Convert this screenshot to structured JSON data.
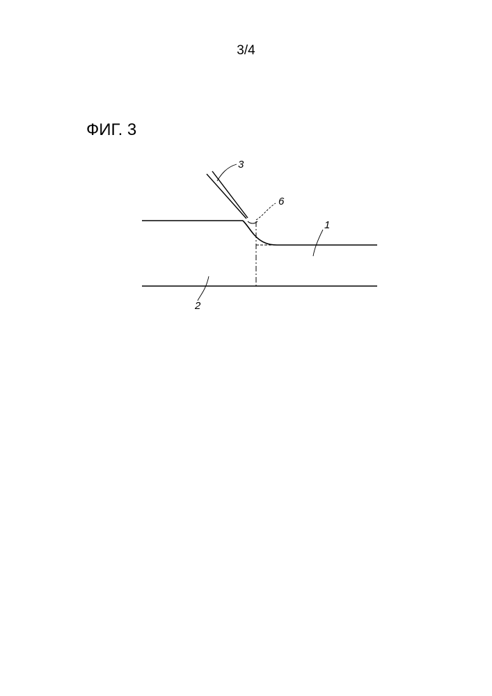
{
  "page": {
    "number": "3/4"
  },
  "figure": {
    "title": "ФИГ. 3",
    "reference_labels": {
      "tool": "3",
      "detail": "6",
      "part_one": "1",
      "part_two": "2"
    }
  }
}
